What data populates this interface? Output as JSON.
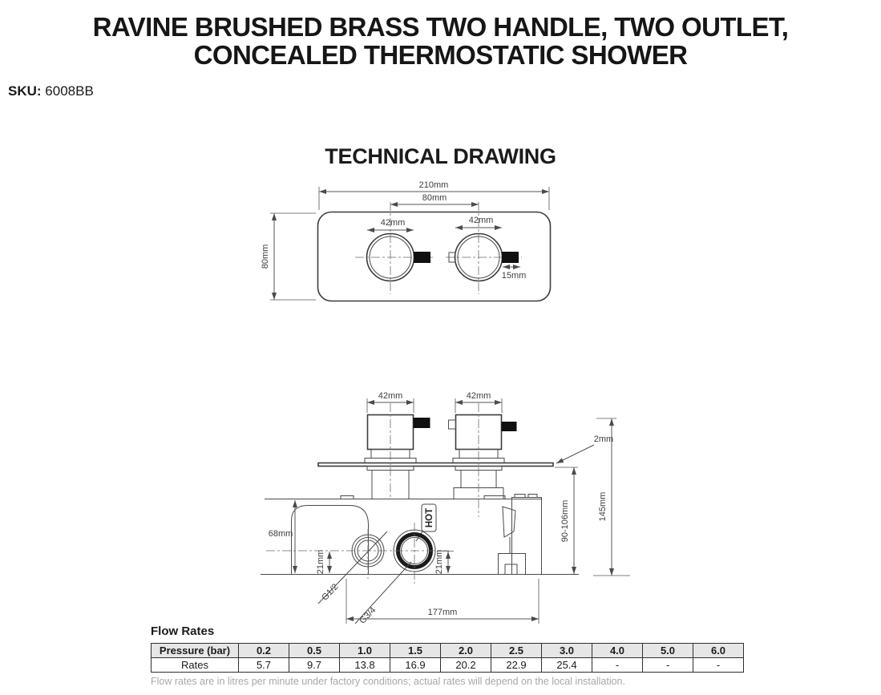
{
  "header": {
    "title": "RAVINE BRUSHED BRASS TWO HANDLE, TWO OUTLET, CONCEALED THERMOSTATIC SHOWER",
    "sku_label": "SKU:",
    "sku_value": "6008BB"
  },
  "drawing": {
    "heading": "TECHNICAL DRAWING",
    "front_view": {
      "overall_width": "210mm",
      "handle_centres": "80mm",
      "plate_height": "80mm",
      "left_handle_diameter": "42mm",
      "right_handle_diameter": "42mm",
      "lever_length": "15mm"
    },
    "side_view": {
      "left_handle_diameter": "42mm",
      "right_handle_diameter": "42mm",
      "plate_thickness": "2mm",
      "overall_height": "145mm",
      "concealed_depth": "90-106mm",
      "body_height": "68mm",
      "inlet_offset": "21mm",
      "outlet_offset": "21mm",
      "inlet_thread": "G1/2",
      "outlet_thread": "G3/4",
      "hot_marking": "HOT",
      "body_width": "177mm"
    }
  },
  "flow_table": {
    "heading": "Flow Rates",
    "header_row": [
      "Pressure (bar)",
      "0.2",
      "0.5",
      "1.0",
      "1.5",
      "2.0",
      "2.5",
      "3.0",
      "4.0",
      "5.0",
      "6.0"
    ],
    "rates_row": [
      "Rates",
      "5.7",
      "9.7",
      "13.8",
      "16.9",
      "20.2",
      "22.9",
      "25.4",
      "-",
      "-",
      "-"
    ],
    "note": "Flow rates are in litres per minute under factory conditions; actual rates will depend on the local installation."
  },
  "chart_data": {
    "type": "table",
    "title": "Flow Rates",
    "columns": [
      "Pressure (bar)",
      "0.2",
      "0.5",
      "1.0",
      "1.5",
      "2.0",
      "2.5",
      "3.0",
      "4.0",
      "5.0",
      "6.0"
    ],
    "rows": [
      [
        "Rates",
        "5.7",
        "9.7",
        "13.8",
        "16.9",
        "20.2",
        "22.9",
        "25.4",
        "-",
        "-",
        "-"
      ]
    ],
    "note": "Flow rates are in litres per minute under factory conditions; actual rates will depend on the local installation."
  },
  "colors": {
    "background": "#ffffff",
    "heading_text": "#161616",
    "drawing_lines": "#4a4a4a",
    "lever_fill": "#101010",
    "table_border": "#2f2f2f",
    "table_header_bg": "#e6e6e6",
    "note_text": "#a8a8a8"
  }
}
